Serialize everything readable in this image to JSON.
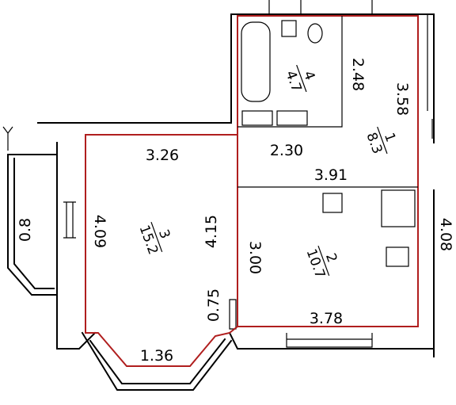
{
  "plan": {
    "dimensions": {
      "balcony_width": "0.8",
      "room_top_width": "3.26",
      "room_left_height": "4.09",
      "room_right_height": "4.15",
      "room_nook_height": "0.75",
      "bay_width": "1.36",
      "hall_width": "2.30",
      "bath_height": "2.48",
      "corridor_height": "3.58",
      "kitchen_top_width": "3.91",
      "kitchen_left_height": "3.00",
      "kitchen_bottom_width": "3.78",
      "outer_right_height": "4.08"
    },
    "rooms": [
      {
        "number": "3",
        "area": "15.2"
      },
      {
        "number": "4",
        "area": "4.7"
      },
      {
        "number": "1",
        "area": "8.3"
      },
      {
        "number": "2",
        "area": "10.7"
      }
    ]
  }
}
